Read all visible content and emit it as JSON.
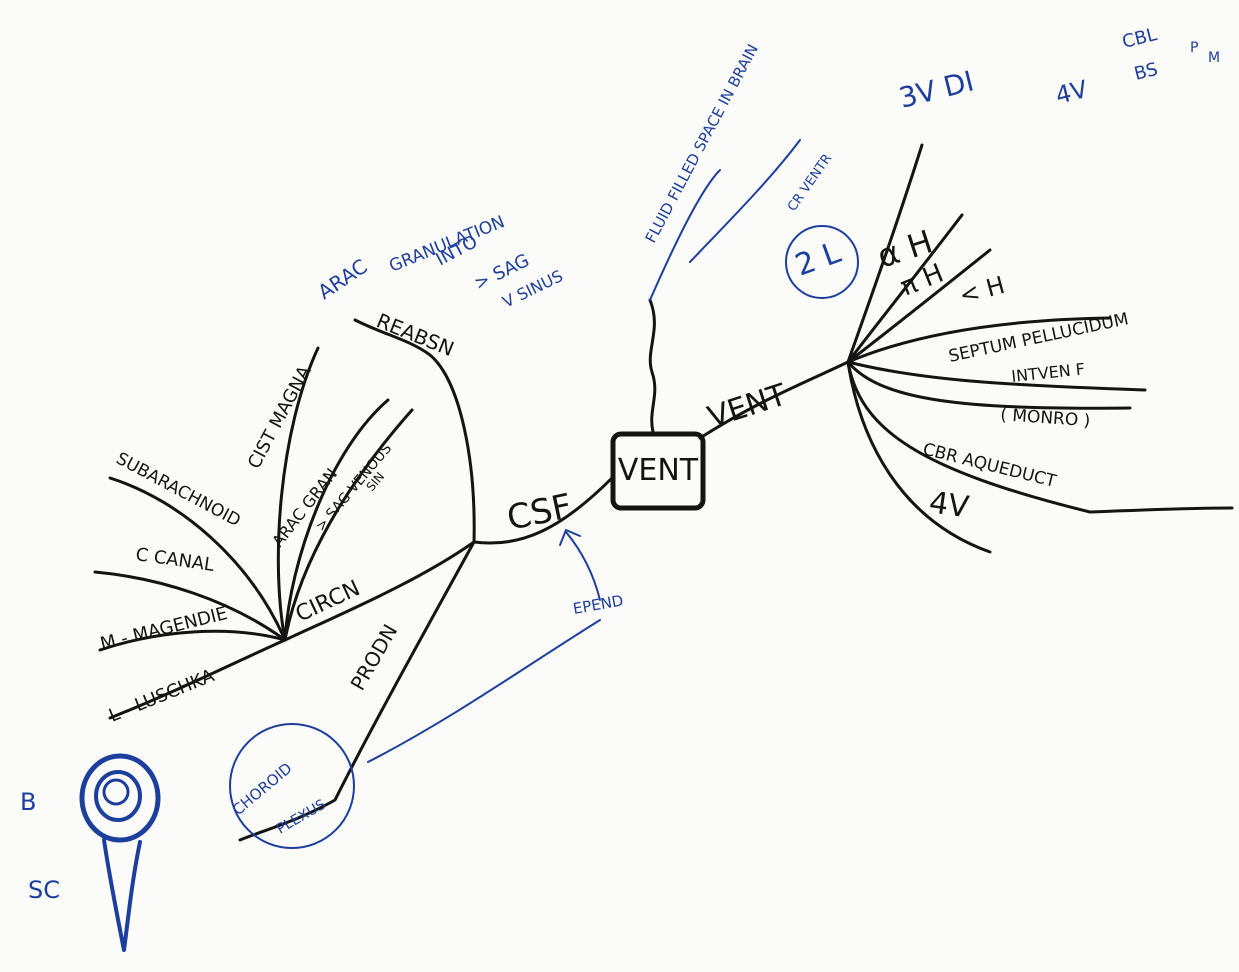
{
  "colors": {
    "paper": "#fbfbf9",
    "black_ink": "#141414",
    "blue_ink": "#1c3f9e"
  },
  "central_node": {
    "label": "VENT"
  },
  "right_branch": {
    "label": "VENT",
    "sub_items": [
      {
        "id": "lat",
        "label": "α H"
      },
      {
        "id": "pi",
        "label": "π H"
      },
      {
        "id": "inf",
        "label": "< H"
      },
      {
        "id": "septum",
        "label": "SEPTUM PELLUCIDUM"
      },
      {
        "id": "foramen",
        "label": "INTVEN F"
      },
      {
        "id": "monro",
        "label": "( MONRO )"
      },
      {
        "id": "aqueduct",
        "label": "CBR AQUEDUCT"
      },
      {
        "id": "fourth",
        "label": "4V"
      }
    ],
    "blue_notes": {
      "top_left": "FLUID FILLED SPACE IN BRAIN",
      "cr_ventr": "CR VENTR",
      "circled": "2 L",
      "third": "3V DI",
      "fourth_note": "4V",
      "cbl": "CBL",
      "bs": "BS",
      "p": "P",
      "m": "M"
    }
  },
  "left_branch": {
    "label": "CSF",
    "reabsn": {
      "label": "REABSN",
      "note_lines": [
        "ARAC",
        "GRANULATION",
        "INTO",
        "> SAG",
        "V SINUS"
      ]
    },
    "circn": {
      "label": "CIRCN",
      "sub_items": [
        {
          "id": "cist",
          "label": "CIST MAGNA"
        },
        {
          "id": "subarach",
          "label": "SUBARACHNOID"
        },
        {
          "id": "canal",
          "label": "C CANAL"
        },
        {
          "id": "magendie",
          "label": "M - MAGENDIE"
        },
        {
          "id": "luschka",
          "label": "L - LUSCHKA"
        },
        {
          "id": "arac_gran",
          "label": "ARAC GRAN"
        },
        {
          "id": "sag",
          "label": "> SAG VENOUS"
        },
        {
          "id": "sin",
          "label": "SIN"
        }
      ]
    },
    "prodn": {
      "label": "PRODN",
      "circled": [
        "CHOROID",
        "PLEXUS"
      ]
    },
    "blue_note": "EPEND"
  },
  "brain_sketch": {
    "labels": {
      "brain": "B",
      "spinal_cord": "SC"
    }
  }
}
